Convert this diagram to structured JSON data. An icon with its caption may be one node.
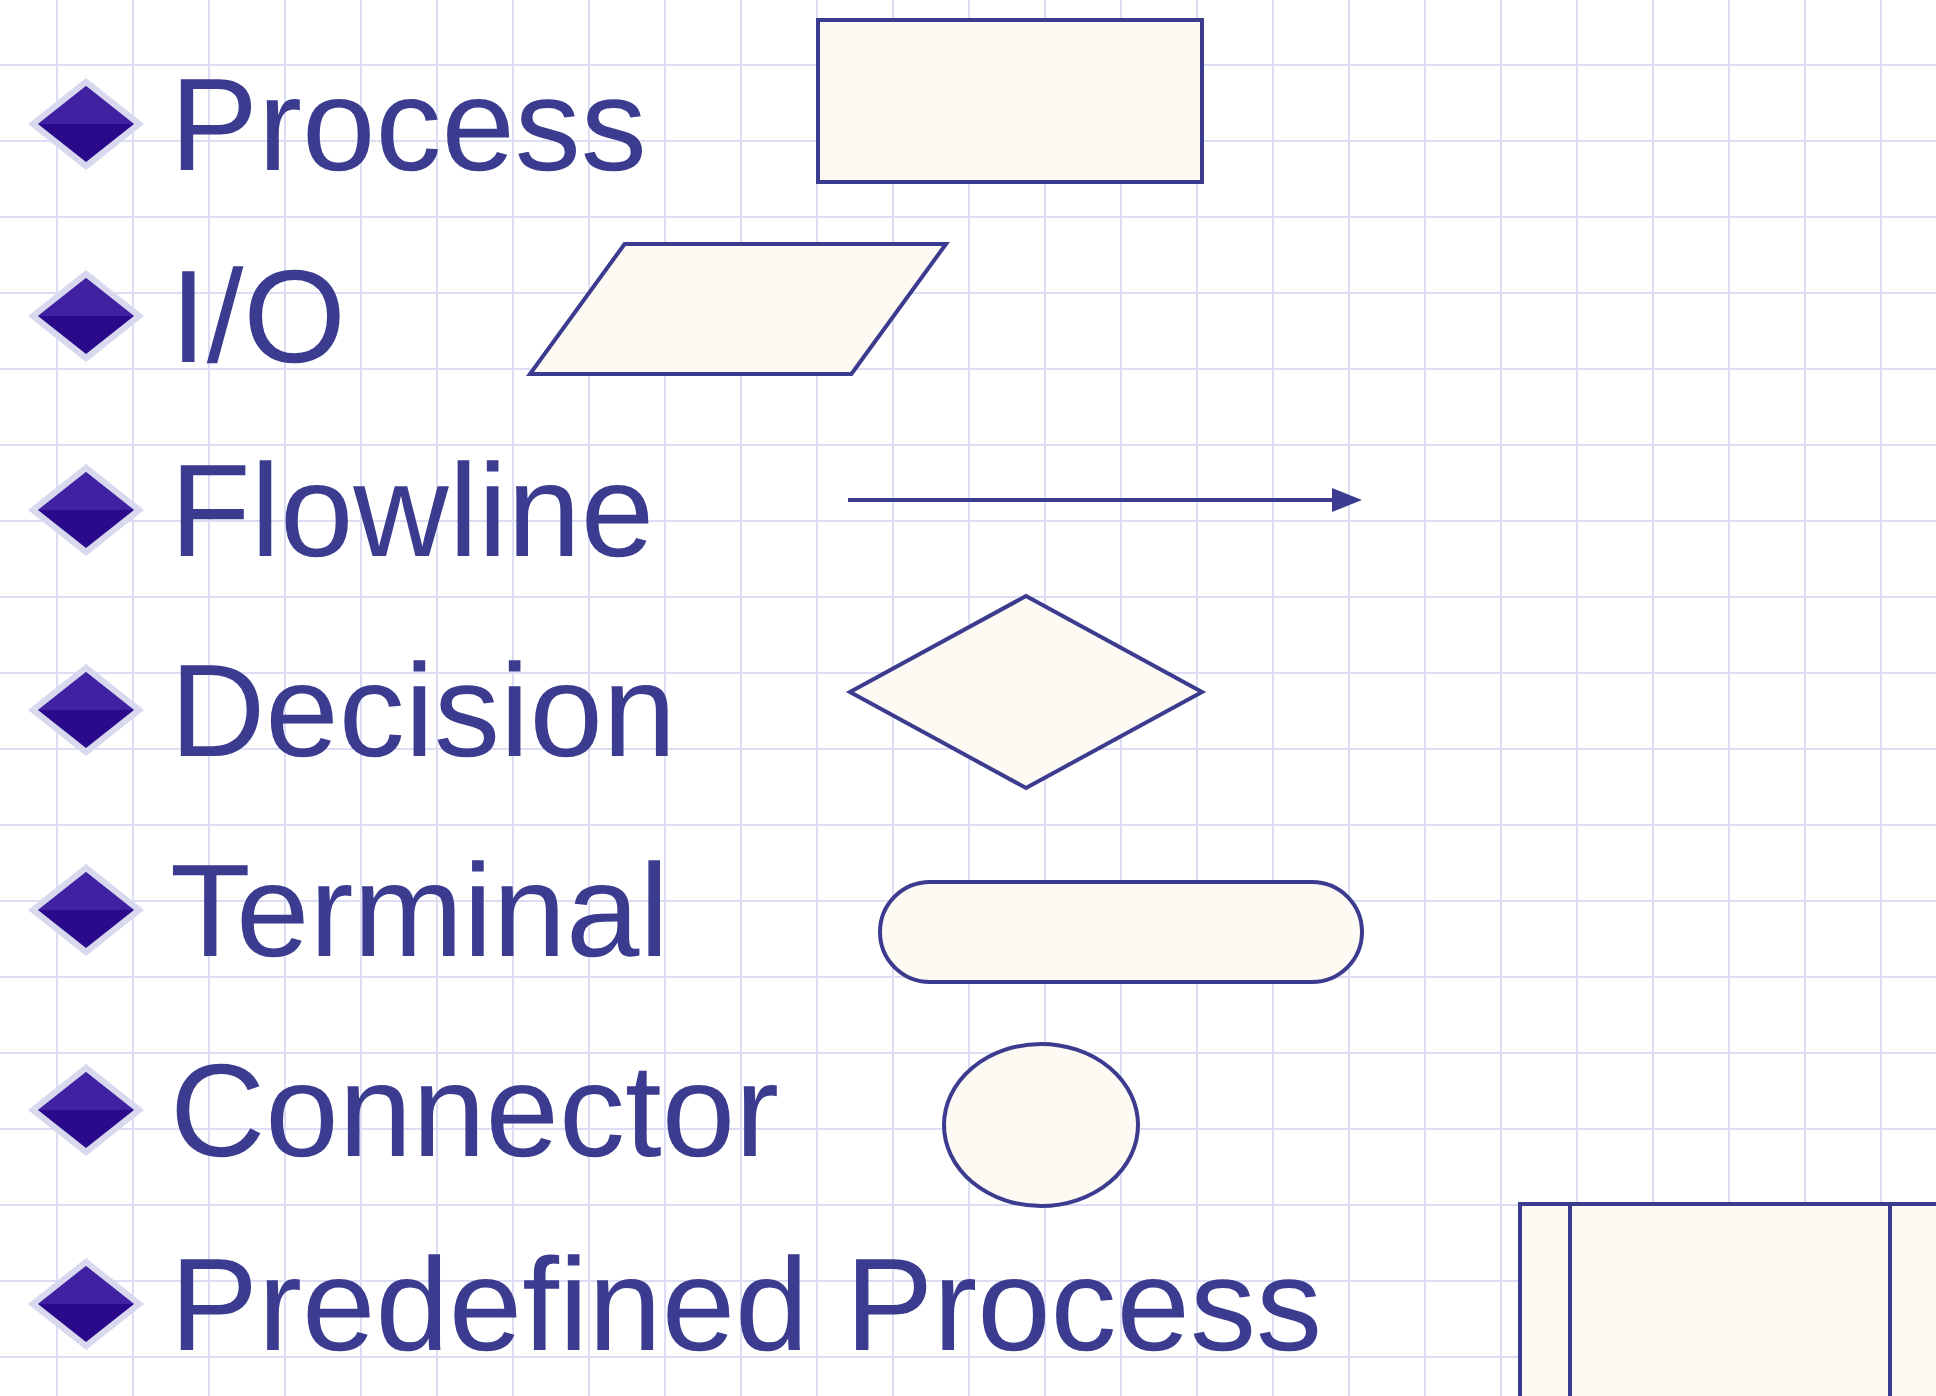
{
  "diagram": {
    "nodes": [
      {
        "text": [],
        "shape": "box"
      },
      {
        "text": [],
        "shape": "parallelogram"
      },
      {
        "text": [],
        "shape": "diamond"
      },
      {
        "text": [],
        "shape": "stadium"
      },
      {
        "text": [],
        "shape": "circle"
      },
      {
        "text": [],
        "shape": "box"
      }
    ],
    "legend": [
      {
        "text": "Process"
      },
      {
        "text": "I/O"
      },
      {
        "text": "Flowline"
      },
      {
        "text": "Decision"
      },
      {
        "text": "Terminal"
      },
      {
        "text": "Connector"
      },
      {
        "text": "Predefined Process"
      }
    ]
  }
}
